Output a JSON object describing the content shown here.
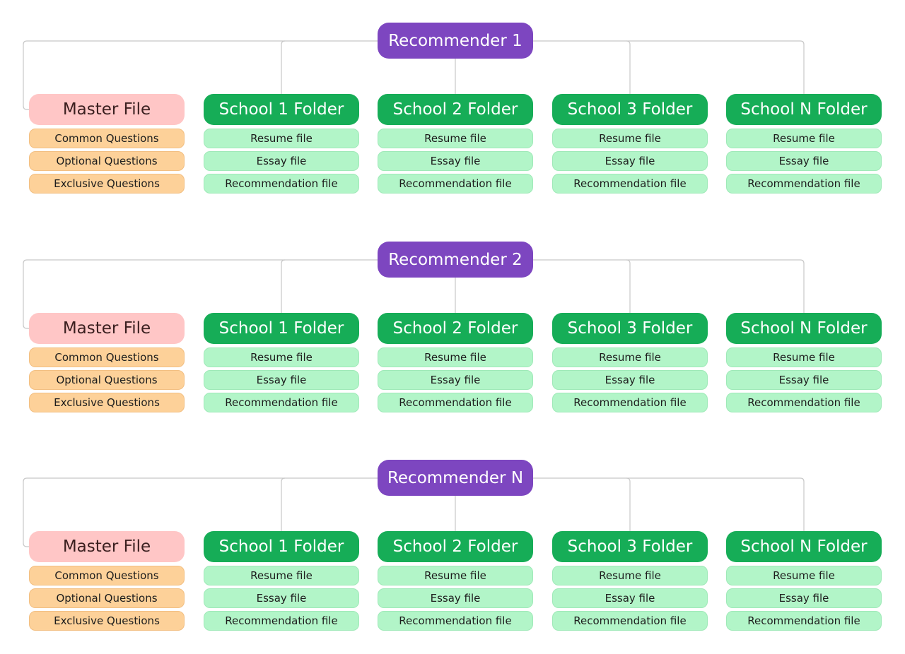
{
  "colors": {
    "recommender": "#7d46c0",
    "master_header": "#ffc6c6",
    "master_item": "#fdd199",
    "school_header": "#16ad57",
    "school_item": "#b2f5c8",
    "connector": "#c8c8c8"
  },
  "groups": [
    {
      "recommender": "Recommender 1",
      "folders": [
        {
          "kind": "master",
          "title": "Master File",
          "items": [
            "Common Questions",
            "Optional Questions",
            "Exclusive Questions"
          ]
        },
        {
          "kind": "school",
          "title": "School 1 Folder",
          "items": [
            "Resume file",
            "Essay file",
            "Recommendation file"
          ]
        },
        {
          "kind": "school",
          "title": "School 2 Folder",
          "items": [
            "Resume file",
            "Essay file",
            "Recommendation file"
          ]
        },
        {
          "kind": "school",
          "title": "School 3 Folder",
          "items": [
            "Resume file",
            "Essay file",
            "Recommendation file"
          ]
        },
        {
          "kind": "school",
          "title": "School N Folder",
          "items": [
            "Resume file",
            "Essay file",
            "Recommendation file"
          ]
        }
      ]
    },
    {
      "recommender": "Recommender 2",
      "folders": [
        {
          "kind": "master",
          "title": "Master File",
          "items": [
            "Common Questions",
            "Optional Questions",
            "Exclusive Questions"
          ]
        },
        {
          "kind": "school",
          "title": "School 1 Folder",
          "items": [
            "Resume file",
            "Essay file",
            "Recommendation file"
          ]
        },
        {
          "kind": "school",
          "title": "School 2 Folder",
          "items": [
            "Resume file",
            "Essay file",
            "Recommendation file"
          ]
        },
        {
          "kind": "school",
          "title": "School 3 Folder",
          "items": [
            "Resume file",
            "Essay file",
            "Recommendation file"
          ]
        },
        {
          "kind": "school",
          "title": "School N Folder",
          "items": [
            "Resume file",
            "Essay file",
            "Recommendation file"
          ]
        }
      ]
    },
    {
      "recommender": "Recommender N",
      "folders": [
        {
          "kind": "master",
          "title": "Master File",
          "items": [
            "Common Questions",
            "Optional Questions",
            "Exclusive Questions"
          ]
        },
        {
          "kind": "school",
          "title": "School 1 Folder",
          "items": [
            "Resume file",
            "Essay file",
            "Recommendation file"
          ]
        },
        {
          "kind": "school",
          "title": "School 2 Folder",
          "items": [
            "Resume file",
            "Essay file",
            "Recommendation file"
          ]
        },
        {
          "kind": "school",
          "title": "School 3 Folder",
          "items": [
            "Resume file",
            "Essay file",
            "Recommendation file"
          ]
        },
        {
          "kind": "school",
          "title": "School N Folder",
          "items": [
            "Resume file",
            "Essay file",
            "Recommendation file"
          ]
        }
      ]
    }
  ]
}
